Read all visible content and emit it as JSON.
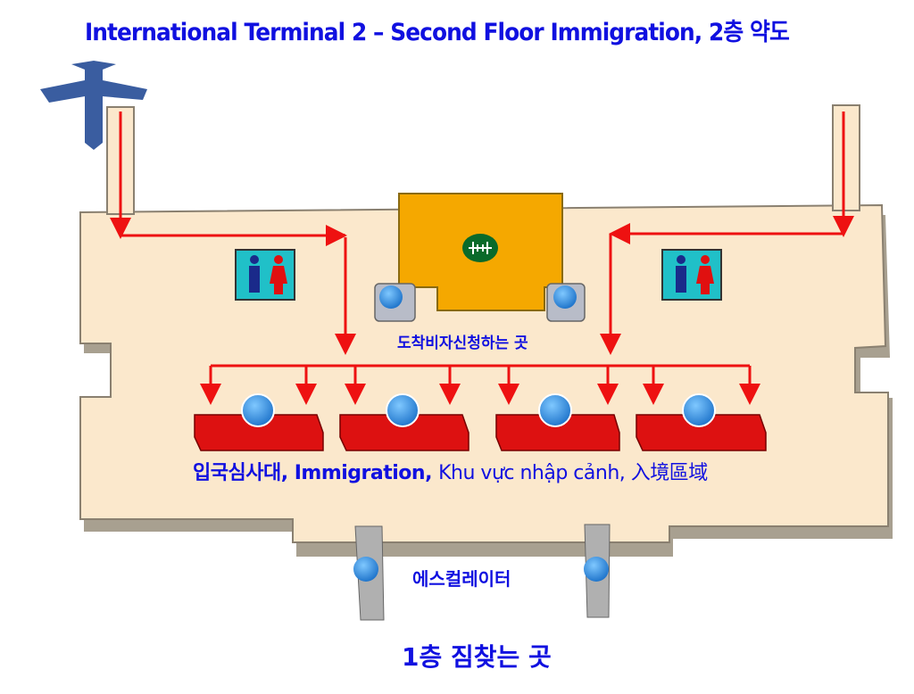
{
  "title": "International Terminal 2 – Second Floor Immigration, 2층 약도",
  "labels": {
    "visa_on_arrival": "도착비자신청하는 곳",
    "immigration_ko": "입국심사대,",
    "immigration_en": "Immigration,",
    "immigration_vi_zh": "Khu vực nhập cảnh, 入境區域",
    "escalator": "에스컬레이터",
    "first_floor": "1층 짐찾는 곳"
  },
  "colors": {
    "title_text": "#1010e0",
    "floor": "#fbe8cc",
    "arrow": "#ee1111",
    "counter": "#dd1111",
    "visa_room": "#f5a800",
    "restroom": "#20c0c8",
    "plane": "#3a5da0"
  },
  "icons": [
    "airplane-icon",
    "restroom-icon",
    "immigration-officer-icon",
    "escalator-icon",
    "visa-office-icon"
  ]
}
